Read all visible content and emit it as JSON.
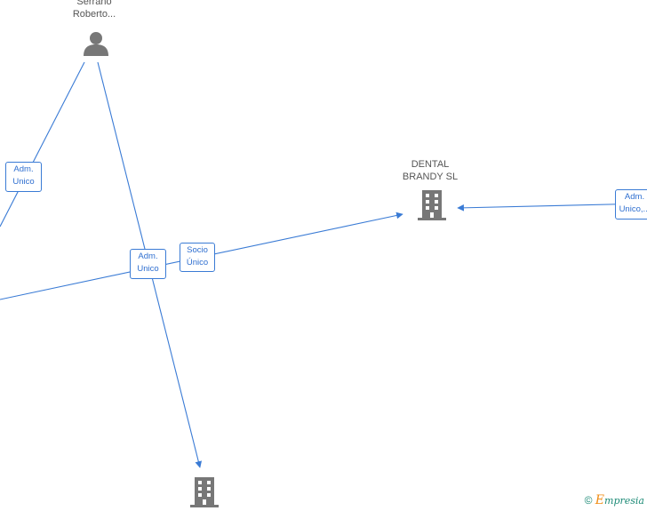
{
  "nodes": {
    "person": {
      "name_line1": "Serrano",
      "name_line2": "Roberto..."
    },
    "company_main": {
      "name_line1": "DENTAL",
      "name_line2": "BRANDY  SL"
    }
  },
  "edges": {
    "left_upper": {
      "line1": "Adm.",
      "line2": "Unico"
    },
    "center": {
      "line1": "Adm.",
      "line2": "Unico"
    },
    "socio": {
      "line1": "Socio",
      "line2": "Único"
    },
    "right": {
      "line1": "Adm.",
      "line2": "Unico,..."
    }
  },
  "footer": {
    "copyright": "©",
    "brand_e": "E",
    "brand_rest": "mpresia"
  },
  "colors": {
    "edge": "#3a7bd5",
    "icon": "#777777",
    "brand_orange": "#f08c14"
  }
}
